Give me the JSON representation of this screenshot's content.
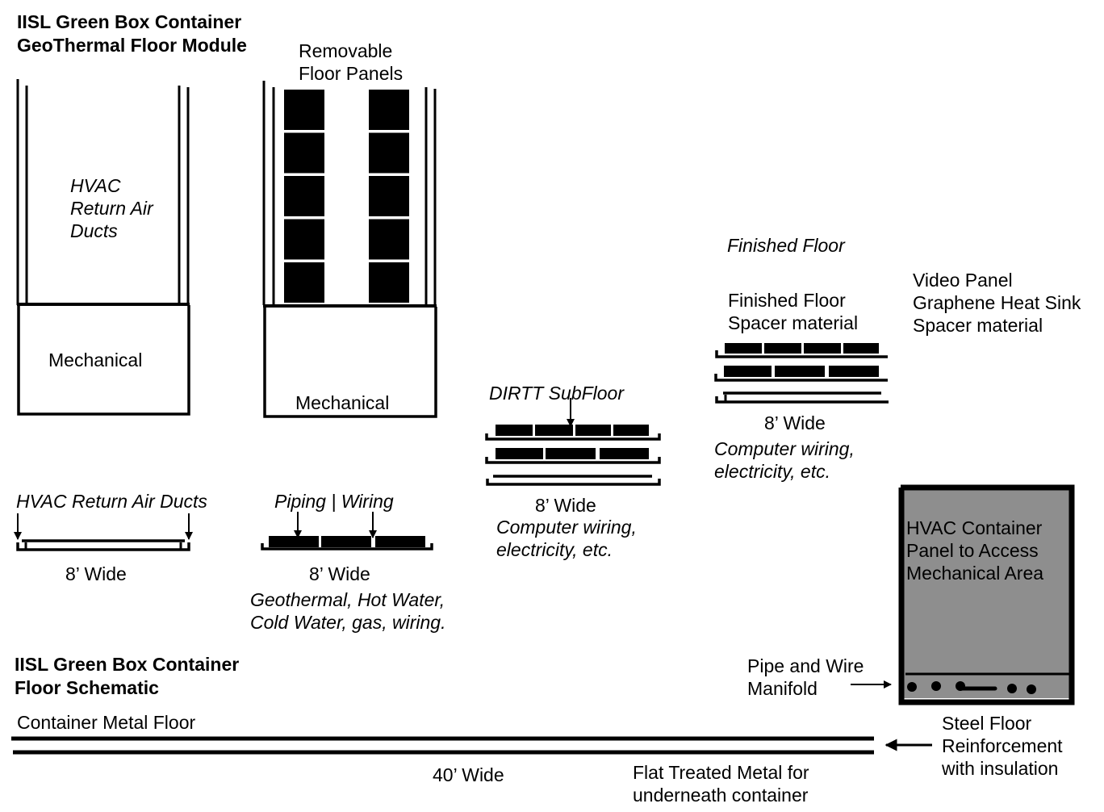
{
  "module_title": [
    "IISL Green Box Container",
    "GeoThermal Floor Module"
  ],
  "schematic_title": [
    "IISL Green Box Container",
    "Floor Schematic"
  ],
  "colors": {
    "ink": "#000000",
    "panel_fill": "#8e8e8e",
    "background": "#ffffff"
  },
  "module_left": {
    "duct_label": [
      "HVAC",
      "Return Air",
      "Ducts"
    ],
    "mechanical_label": "Mechanical"
  },
  "module_right": {
    "panels_label": [
      "Removable",
      "Floor Panels"
    ],
    "mechanical_label": "Mechanical",
    "panel_rows": 5,
    "panel_columns": 2
  },
  "section_hvac": {
    "label": "HVAC Return Air Ducts",
    "width_label": "8’ Wide"
  },
  "section_piping": {
    "label": "Piping | Wiring",
    "width_label": "8’ Wide",
    "note": [
      "Geothermal, Hot Water,",
      "Cold Water, gas, wiring."
    ]
  },
  "section_dirtt": {
    "label": "DIRTT SubFloor",
    "width_label": "8’ Wide",
    "note": [
      "Computer wiring,",
      "electricity, etc."
    ]
  },
  "section_finished": {
    "label": "Finished Floor",
    "layers_label": [
      "Finished Floor",
      "Spacer material"
    ],
    "width_label": "8’ Wide",
    "note": [
      "Computer wiring,",
      "electricity, etc."
    ]
  },
  "video_panel_label": [
    "Video Panel",
    "Graphene Heat Sink",
    "Spacer material"
  ],
  "hvac_container": {
    "label": [
      "HVAC Container",
      "Panel to Access",
      "Mechanical Area"
    ],
    "manifold_label": [
      "Pipe and Wire",
      "Manifold"
    ]
  },
  "floor": {
    "container_floor_label": "Container Metal Floor",
    "width_label": "40’ Wide",
    "flat_metal_label": [
      "Flat Treated Metal for",
      "underneath container"
    ],
    "steel_label": [
      "Steel Floor",
      "Reinforcement",
      "with insulation"
    ]
  }
}
